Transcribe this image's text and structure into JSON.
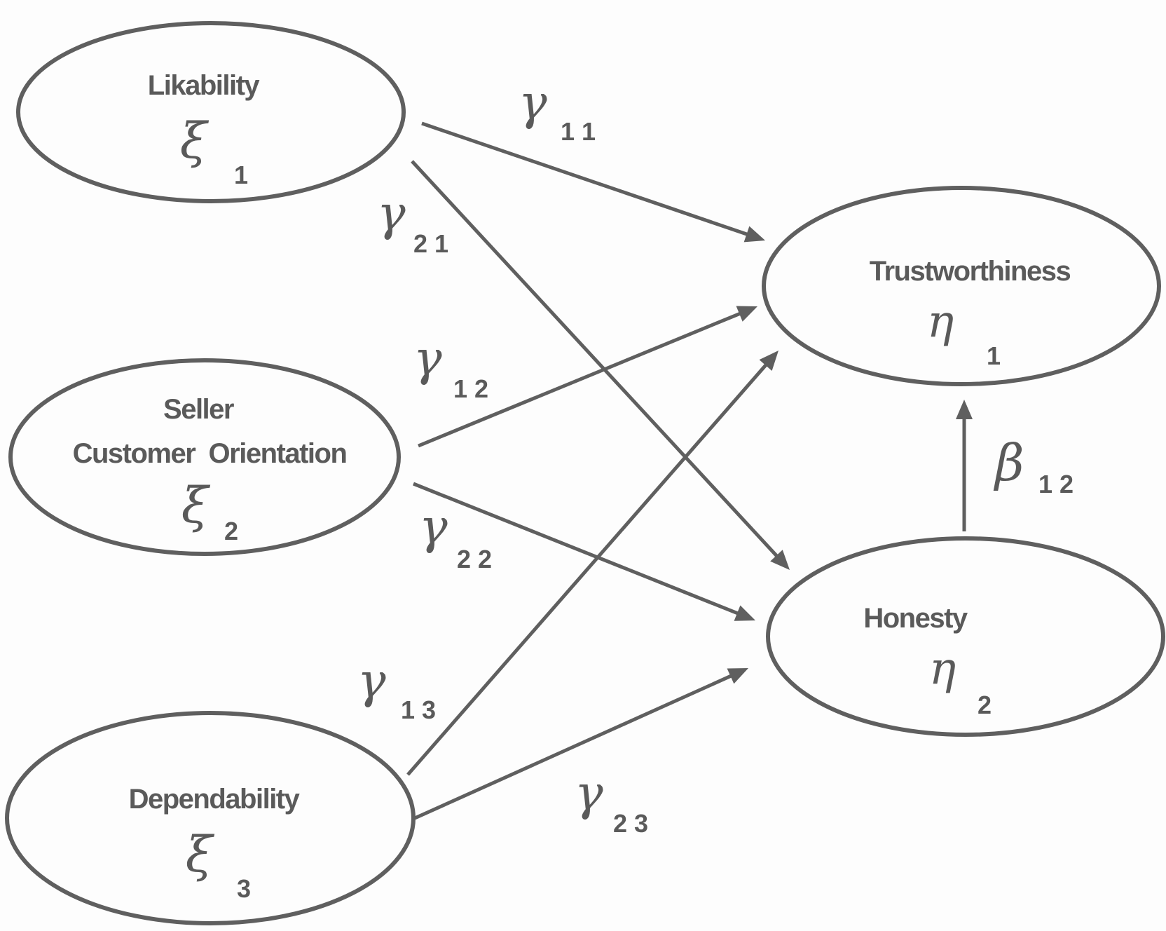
{
  "diagram": {
    "type": "structural-equation-model",
    "nodes": [
      {
        "id": "xi1",
        "label": "Likability",
        "symbol": "ξ",
        "subscript": "1"
      },
      {
        "id": "xi2",
        "label_lines": [
          "Seller",
          "Customer  Orientation"
        ],
        "symbol": "ξ",
        "subscript": "2"
      },
      {
        "id": "xi3",
        "label": "Dependability",
        "symbol": "ξ",
        "subscript": "3"
      },
      {
        "id": "eta1",
        "label": "Trustworthiness",
        "symbol": "η",
        "subscript": "1"
      },
      {
        "id": "eta2",
        "label": "Honesty",
        "symbol": "η",
        "subscript": "2"
      }
    ],
    "paths": [
      {
        "id": "g11",
        "from": "xi1",
        "to": "eta1",
        "symbol": "γ",
        "subscript": "1 1"
      },
      {
        "id": "g21",
        "from": "xi1",
        "to": "eta2",
        "symbol": "γ",
        "subscript": "2 1"
      },
      {
        "id": "g12",
        "from": "xi2",
        "to": "eta1",
        "symbol": "γ",
        "subscript": "1 2"
      },
      {
        "id": "g22",
        "from": "xi2",
        "to": "eta2",
        "symbol": "γ",
        "subscript": "2 2"
      },
      {
        "id": "g13",
        "from": "xi3",
        "to": "eta1",
        "symbol": "γ",
        "subscript": "1 3"
      },
      {
        "id": "g23",
        "from": "xi3",
        "to": "eta2",
        "symbol": "γ",
        "subscript": "2 3"
      },
      {
        "id": "b12",
        "from": "eta2",
        "to": "eta1",
        "symbol": "β",
        "subscript": "1 2"
      }
    ]
  },
  "colors": {
    "ink": "#5f5f5f",
    "background": "#fdfdfd"
  }
}
